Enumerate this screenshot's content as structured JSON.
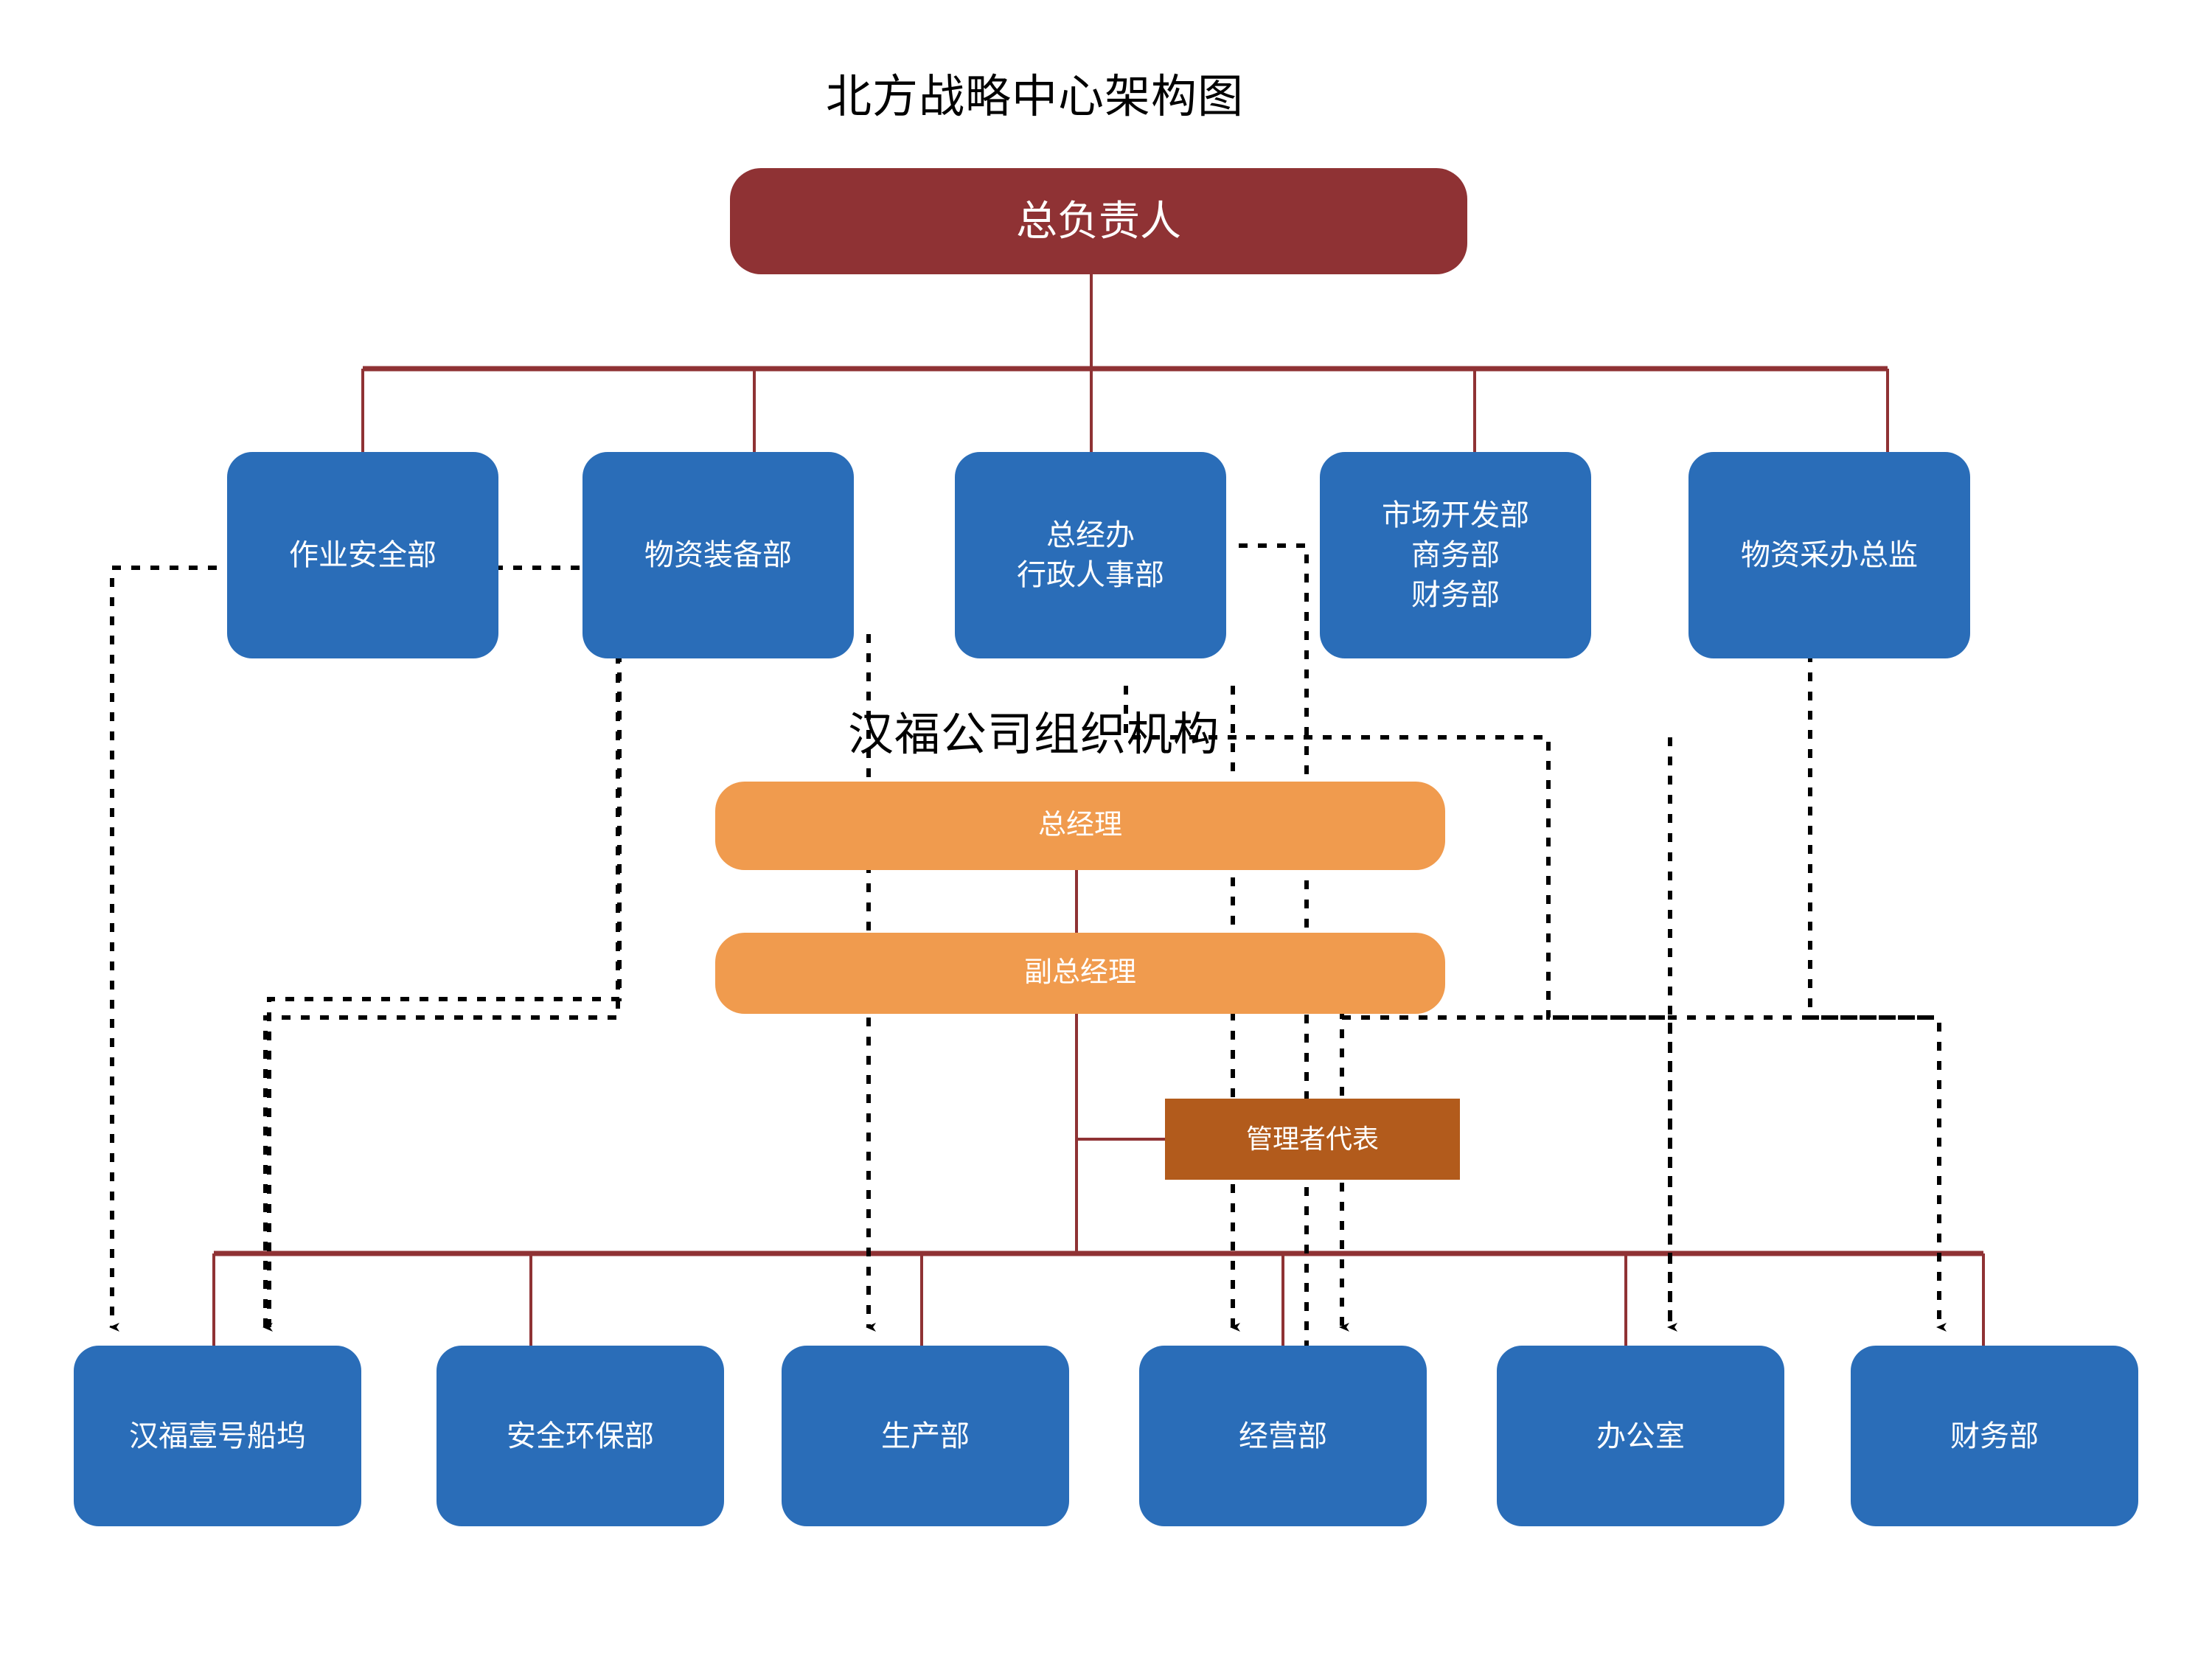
{
  "titles": {
    "main": "北方战略中心架构图",
    "secondary": "汉福公司组织机构"
  },
  "colors": {
    "root_red": "#8F3234",
    "dept_blue": "#2A6DB8",
    "orange": "#F09B4E",
    "brown": "#B25B1C",
    "solid_connector": "#8F3234",
    "dotted_connector": "#000000",
    "text_on_fill": "#FFFFFF",
    "title_text": "#000000"
  },
  "root": {
    "label": "总负责人"
  },
  "departments": [
    {
      "id": "safety-ops",
      "lines": [
        "作业安全部"
      ]
    },
    {
      "id": "materials-eq",
      "lines": [
        "物资装备部"
      ]
    },
    {
      "id": "gm-office",
      "lines": [
        "总经办",
        "行政人事部"
      ]
    },
    {
      "id": "market-dev",
      "lines": [
        "市场开发部",
        "商务部",
        "财务部"
      ]
    },
    {
      "id": "procure-dir",
      "lines": [
        "物资采办总监"
      ]
    }
  ],
  "company": {
    "general_manager": "总经理",
    "deputy_general_manager": "副总经理",
    "management_rep": "管理者代表"
  },
  "bottom_units": [
    {
      "id": "hanfu-dock",
      "label": "汉福壹号船坞"
    },
    {
      "id": "safety-env",
      "label": "安全环保部"
    },
    {
      "id": "production",
      "label": "生产部"
    },
    {
      "id": "operations",
      "label": "经营部"
    },
    {
      "id": "office",
      "label": "办公室"
    },
    {
      "id": "finance",
      "label": "财务部"
    }
  ]
}
